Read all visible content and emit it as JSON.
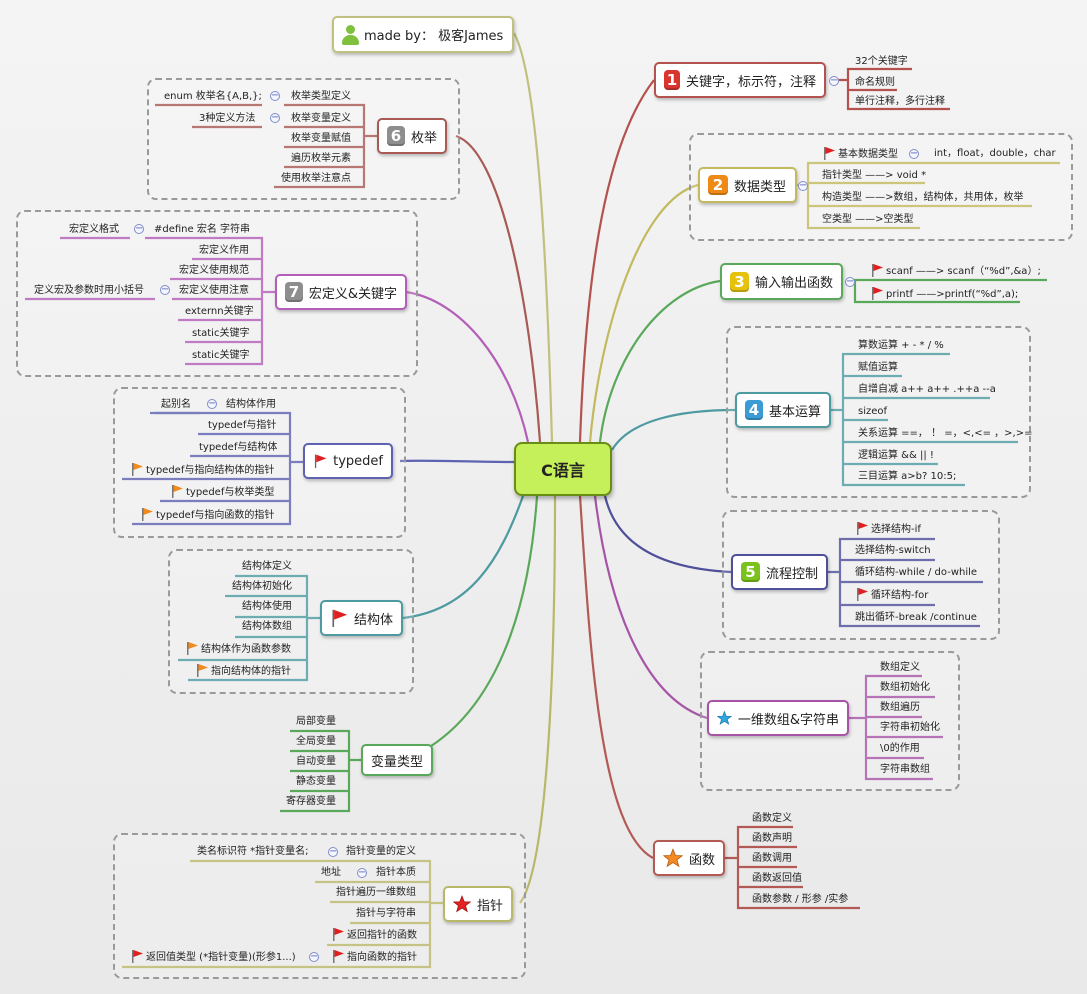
{
  "title": {
    "label": "made by： 极客James"
  },
  "central": {
    "label": "C语言"
  },
  "branches": {
    "b1": {
      "num": "1",
      "label": "关键字，标示符，注释",
      "items": [
        "32个关键字",
        "命名规则",
        "单行注释，多行注释"
      ]
    },
    "b2": {
      "num": "2",
      "label": "数据类型",
      "items": [
        "基本数据类型",
        "指针类型 ——> void *",
        "构造类型  ——>数组，结构体，共用体，枚举",
        "空类型 ——>空类型"
      ],
      "sub": "int，float，double，char"
    },
    "b3": {
      "num": "3",
      "label": "输入输出函数",
      "items": [
        "scanf ——> scanf（“%d”,&a）;",
        "printf ——>printf(“%d”,a);"
      ]
    },
    "b4": {
      "num": "4",
      "label": "基本运算",
      "items": [
        "算数运算 + - * / %",
        "赋值运算",
        "自增自减 a++ a++ .++a --a",
        "sizeof",
        "关系运算 ==， ！ =，<,<= ，>,>=",
        "逻辑运算 && || !",
        "三目运算  a>b? 10:5;"
      ]
    },
    "b5": {
      "num": "5",
      "label": "流程控制",
      "items": [
        "选择结构-if",
        "选择结构-switch",
        "循环结构-while  / do-while",
        "循环结构-for",
        "跳出循环-break /continue"
      ]
    },
    "b6": {
      "num": "6",
      "label": "枚举",
      "items": [
        "枚举类型定义",
        "枚举变量定义",
        "枚举变量赋值",
        "遍历枚举元素",
        "使用枚举注意点"
      ],
      "sub1": "enum 枚举名{A,B,};",
      "sub2": "3种定义方法"
    },
    "b7": {
      "num": "7",
      "label": "宏定义&关键字",
      "items": [
        "#define 宏名  字符串",
        "宏定义作用",
        "宏定义使用规范",
        "宏定义使用注意",
        "externn关键字",
        "static关键字",
        "static关键字"
      ],
      "sub1": "宏定义格式",
      "sub2": "定义宏及参数时用小括号"
    },
    "b8": {
      "label": "typedef",
      "items": [
        "结构体作用",
        "typedef与指针",
        "typedef与结构体",
        "typedef与指向结构体的指针",
        "typedef与枚举类型",
        "typedef与指向函数的指针"
      ],
      "sub1": "起别名"
    },
    "b9": {
      "label": "结构体",
      "items": [
        "结构体定义",
        "结构体初始化",
        "结构体使用",
        "结构体数组",
        "结构体作为函数参数",
        "指向结构体的指针"
      ]
    },
    "b10": {
      "label": "变量类型",
      "items": [
        "局部变量",
        "全局变量",
        "自动变量",
        "静态变量",
        "寄存器变量"
      ]
    },
    "b11": {
      "label": "一维数组&字符串",
      "items": [
        "数组定义",
        "数组初始化",
        "数组遍历",
        "字符串初始化",
        "\\0的作用",
        "字符串数组"
      ]
    },
    "b12": {
      "label": "函数",
      "items": [
        "函数定义",
        "函数声明",
        "函数调用",
        "函数返回值",
        "函数参数 / 形参  /实参"
      ]
    },
    "b13": {
      "label": "指针",
      "items": [
        "指针变量的定义",
        "指针本质",
        "指针遍历一维数组",
        "指针与字符串",
        "返回指针的函数",
        "指向函数的指针"
      ],
      "sub1": "类名标识符  *指针变量名;",
      "sub2": "地址",
      "sub3": "返回值类型 (*指针变量)(形参1...)"
    }
  },
  "colors": {
    "b1": "#b4524e",
    "b2": "#c3b95e",
    "b3": "#5aa85a",
    "b4": "#4d9aa0",
    "b5": "#4f4f9a",
    "b6": "#a85a55",
    "b7": "#b35fb8",
    "b8": "#5e62b0",
    "b9": "#4d9aa0",
    "b10": "#5aa85a",
    "b11": "#a655a6",
    "b12": "#b35a55",
    "b13": "#b9b86a",
    "title": "#c0c080",
    "central_fill": "#c6f05a"
  },
  "icons": {
    "b1": "number-1-icon",
    "b2": "number-2-icon",
    "b3": "number-3-icon",
    "b4": "number-4-icon",
    "b5": "number-5-icon",
    "b6": "number-6-icon",
    "b7": "number-7-icon",
    "b8": "red-flag-icon",
    "b9": "red-flag-icon",
    "b11": "blue-star-icon",
    "b12": "orange-star-icon",
    "b13": "red-star-icon",
    "title": "person-icon"
  }
}
